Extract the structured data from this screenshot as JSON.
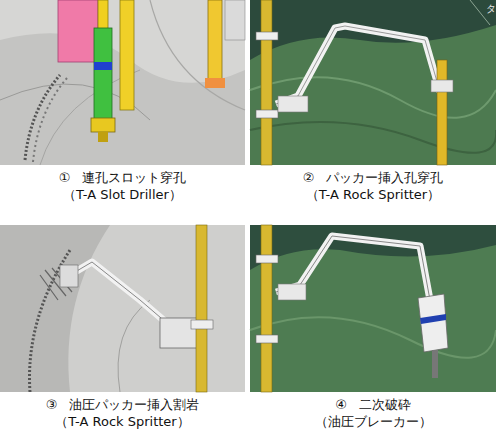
{
  "diagram": {
    "nodes": [
      {
        "text": [
          "①",
          "連孔スロット穿孔",
          "（T-A Slot Driller）"
        ]
      },
      {
        "text": [
          "②",
          "パッカー挿入孔穿孔",
          "（T-A Rock Spritter）"
        ]
      },
      {
        "text": [
          "③",
          "油圧パッカー挿入割岩",
          "（T-A Rock Spritter）"
        ]
      },
      {
        "text": [
          "④",
          "二次破砕",
          "（油圧ブレーカー）"
        ]
      }
    ],
    "labels": [
      "タ"
    ]
  }
}
